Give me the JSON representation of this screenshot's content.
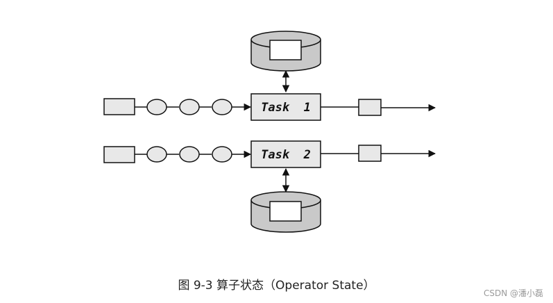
{
  "diagram": {
    "tasks": [
      {
        "label": "Task  1"
      },
      {
        "label": "Task  2"
      }
    ]
  },
  "caption": "图 9-3  算子状态（Operator State）",
  "watermark": "CSDN @潘小磊"
}
